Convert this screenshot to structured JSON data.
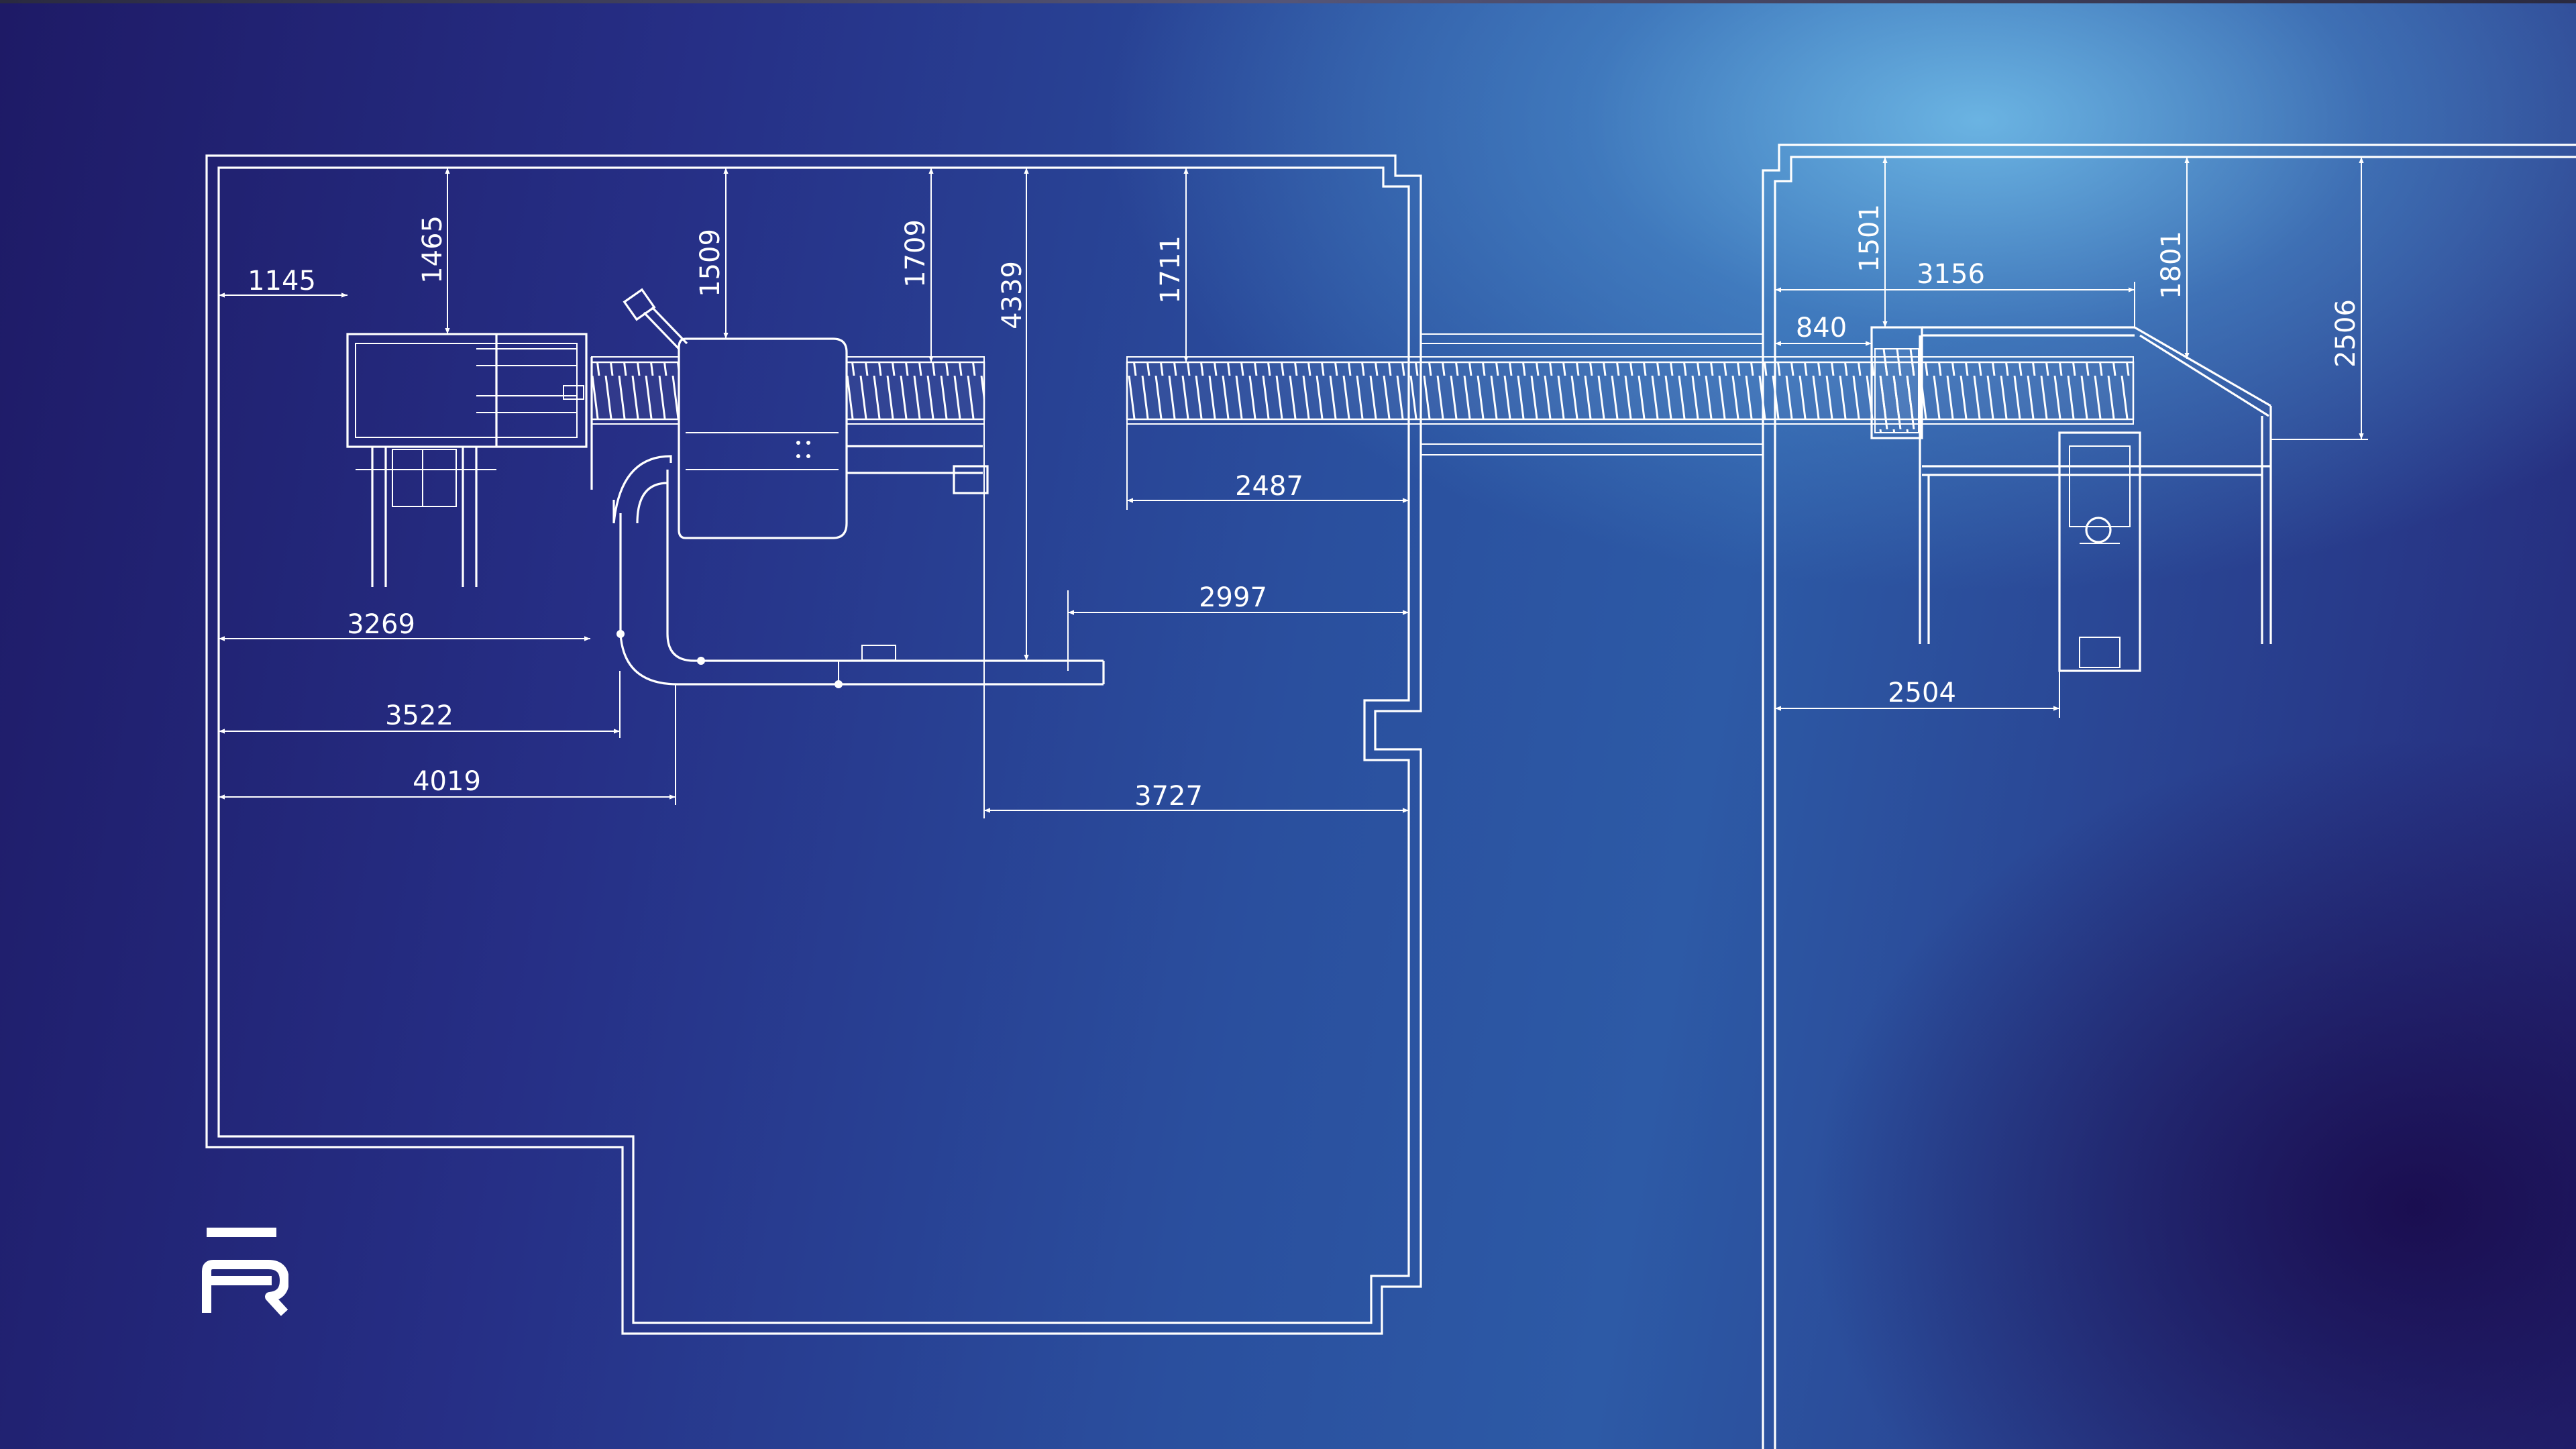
{
  "diagram": {
    "dimensions": {
      "d1145": "1145",
      "d1465": "1465",
      "d1509": "1509",
      "d1709": "1709",
      "d4339": "4339",
      "d1711": "1711",
      "d2487": "2487",
      "d2997": "2997",
      "d3269": "3269",
      "d3522": "3522",
      "d4019": "4019",
      "d3727": "3727",
      "d1501": "1501",
      "d3156": "3156",
      "d1801": "1801",
      "d840": "840",
      "d2506": "2506",
      "d2504": "2504"
    }
  },
  "colors": {
    "line": "#ffffff",
    "background_light": "#6eb9e6",
    "background_dark": "#1e1a66"
  },
  "logo": {
    "icon": "r-logo-icon"
  }
}
